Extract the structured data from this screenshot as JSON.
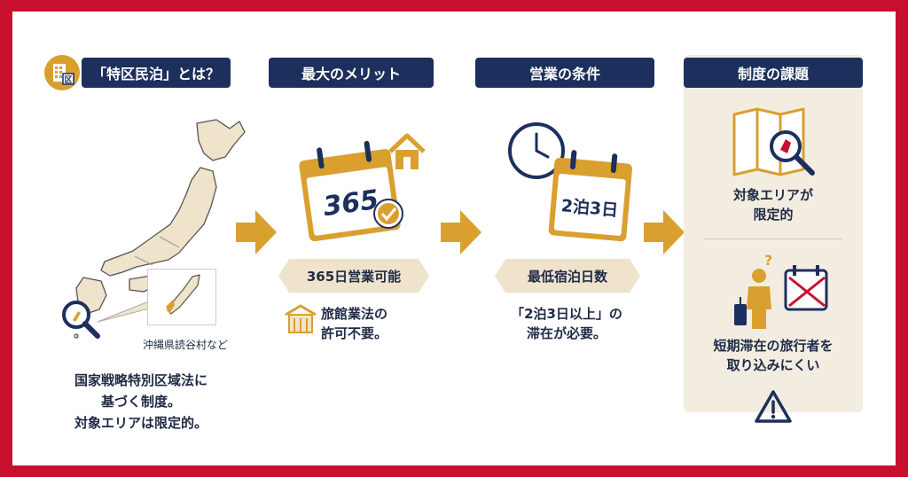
{
  "colors": {
    "navy": "#1d2f5c",
    "gold": "#d9a030",
    "red_frame": "#c8102e",
    "beige": "#efe3cc"
  },
  "col1": {
    "badge_icon": "building-ward-icon",
    "title": "「特区民泊」とは？",
    "map_icon": "japan-map-icon",
    "callout_label": "沖縄県読谷村など",
    "description": "国家戦略特別区域法に\n基づく制度。\n対象エリアは限定的。"
  },
  "col2": {
    "title": "最大のメリット",
    "calendar_text": "365",
    "highlight": "365日営業可能",
    "note": "旅館業法の\n許可不要。"
  },
  "col3": {
    "title": "営業の条件",
    "calendar_text": "2泊3日",
    "highlight": "最低宿泊日数",
    "note": "「2泊3日以上」の\n滞在が必要。"
  },
  "col4": {
    "title": "制度の課題",
    "issue1": "対象エリアが\n限定的",
    "issue2": "短期滞在の旅行者を\n取り込みにくい",
    "warning_icon": "warning-icon"
  }
}
